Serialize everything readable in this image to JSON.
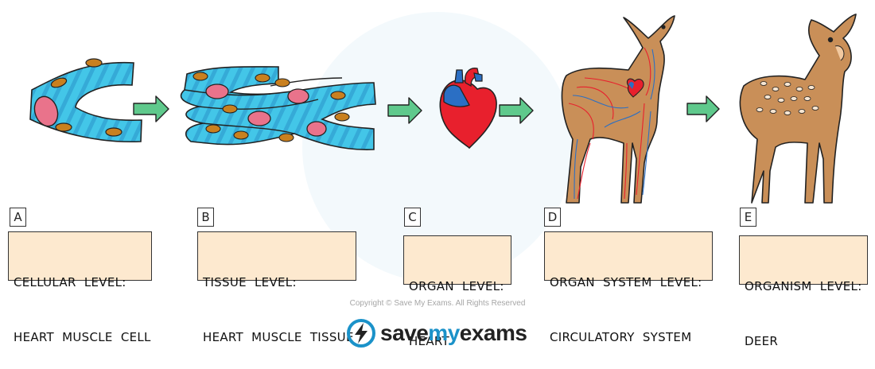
{
  "stages": [
    {
      "letter": "A",
      "line1": "CELLULAR  LEVEL:",
      "line2": "HEART  MUSCLE  CELL"
    },
    {
      "letter": "B",
      "line1": "TISSUE  LEVEL:",
      "line2": "HEART  MUSCLE  TISSUE"
    },
    {
      "letter": "C",
      "line1": "ORGAN  LEVEL:",
      "line2": "HEART"
    },
    {
      "letter": "D",
      "line1": "ORGAN  SYSTEM  LEVEL:",
      "line2": "CIRCULATORY  SYSTEM"
    },
    {
      "letter": "E",
      "line1": "ORGANISM  LEVEL:",
      "line2": "DEER"
    }
  ],
  "footer": {
    "copyright": "Copyright © Save My Exams. All Rights Reserved",
    "logo_save": "save",
    "logo_my": "my",
    "logo_exams": "exams"
  },
  "colors": {
    "cell_fill": "#43c6e8",
    "cell_stripe": "#2a93c8",
    "nucleus": "#e9738b",
    "dot": "#c9801f",
    "arrow": "#5fc98c",
    "heart_red": "#e8202d",
    "heart_blue": "#2b6fc4",
    "deer": "#c98f58",
    "deer_spot": "#f7e6d2",
    "label_bg": "#fde9cf",
    "brand_blue": "#1b92c9"
  }
}
